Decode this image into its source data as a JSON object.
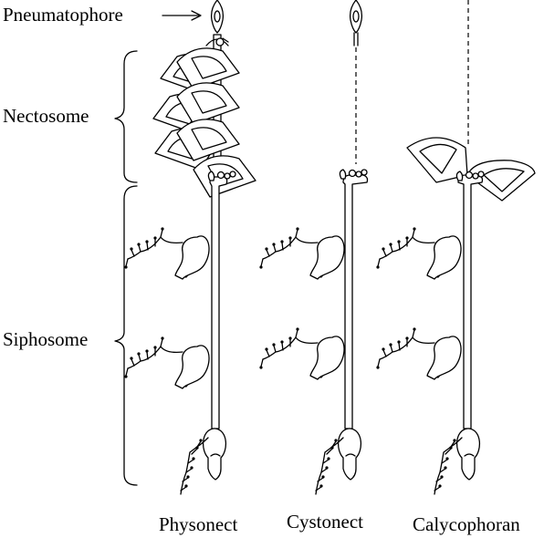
{
  "labels": {
    "pneumatophore": "Pneumatophore",
    "nectosome": "Nectosome",
    "siphosome": "Siphosome"
  },
  "forms": [
    {
      "name": "Physonect"
    },
    {
      "name": "Cystonect"
    },
    {
      "name": "Calycophoran"
    }
  ]
}
